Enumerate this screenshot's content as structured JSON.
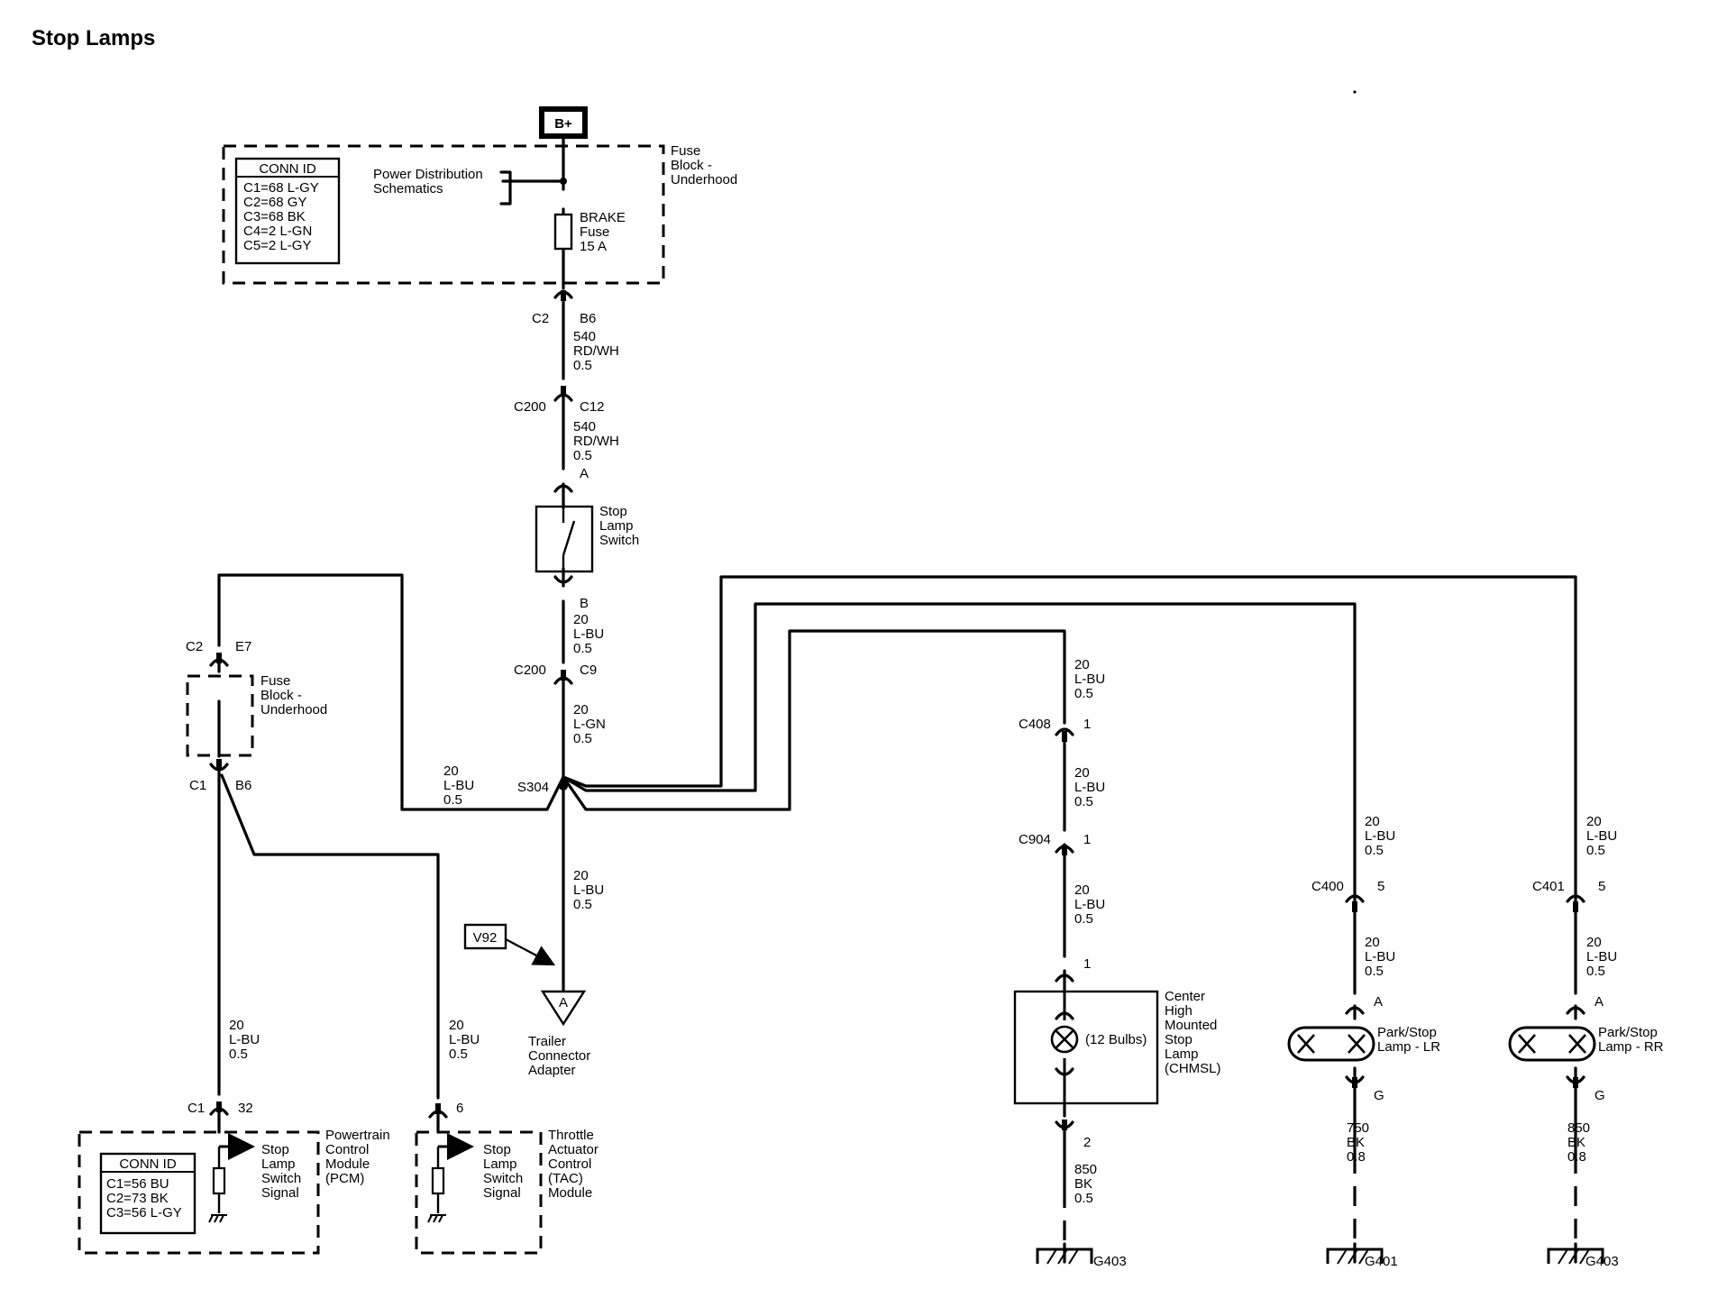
{
  "title": "Stop Lamps",
  "source": {
    "label": "B+"
  },
  "fuse_block_top": {
    "name_lines": [
      "Fuse",
      "Block -",
      "Underhood"
    ],
    "conn_id_header": "CONN ID",
    "conn_id_rows": [
      "C1=68 L-GY",
      "C2=68 GY",
      "C3=68 BK",
      "C4=2 L-GN",
      "C5=2 L-GY"
    ],
    "power_dist_lines": [
      "Power Distribution",
      "Schematics"
    ],
    "fuse_lines": [
      "BRAKE",
      "Fuse",
      "15 A"
    ]
  },
  "connectors": {
    "c2_b6": {
      "name": "C2",
      "pin": "B6"
    },
    "c200_c12": {
      "name": "C200",
      "pin": "C12"
    },
    "switch_in": {
      "pin": "A"
    },
    "switch_out": {
      "pin": "B"
    },
    "c200_c9": {
      "name": "C200",
      "pin": "C9"
    },
    "c2_e7": {
      "name": "C2",
      "pin": "E7"
    },
    "c1_b6": {
      "name": "C1",
      "pin": "B6"
    },
    "pcm_c1_32": {
      "name": "C1",
      "pin": "32"
    },
    "tac_6": {
      "pin": "6"
    },
    "c408": {
      "name": "C408",
      "pin": "1"
    },
    "c904": {
      "name": "C904",
      "pin": "1"
    },
    "chmsl_in": {
      "pin": "1"
    },
    "chmsl_out": {
      "pin": "2"
    },
    "c400": {
      "name": "C400",
      "pin": "5"
    },
    "lr_in": {
      "pin": "A"
    },
    "lr_out": {
      "pin": "G"
    },
    "c401": {
      "name": "C401",
      "pin": "5"
    },
    "rr_in": {
      "pin": "A"
    },
    "rr_out": {
      "pin": "G"
    }
  },
  "wires": {
    "w_540_a": [
      "540",
      "RD/WH",
      "0.5"
    ],
    "w_540_b": [
      "540",
      "RD/WH",
      "0.5"
    ],
    "w_20_lbu_sw": [
      "20",
      "L-BU",
      "0.5"
    ],
    "w_20_lgn": [
      "20",
      "L-GN",
      "0.5"
    ],
    "w_20_lbu_left": [
      "20",
      "L-BU",
      "0.5"
    ],
    "w_20_lbu_trailer": [
      "20",
      "L-BU",
      "0.5"
    ],
    "w_20_lbu_pcm": [
      "20",
      "L-BU",
      "0.5"
    ],
    "w_20_lbu_tac": [
      "20",
      "L-BU",
      "0.5"
    ],
    "w_20_lbu_chmsl_1": [
      "20",
      "L-BU",
      "0.5"
    ],
    "w_20_lbu_chmsl_2": [
      "20",
      "L-BU",
      "0.5"
    ],
    "w_20_lbu_chmsl_3": [
      "20",
      "L-BU",
      "0.5"
    ],
    "w_850_chmsl": [
      "850",
      "BK",
      "0.5"
    ],
    "w_20_lbu_lr_1": [
      "20",
      "L-BU",
      "0.5"
    ],
    "w_20_lbu_lr_2": [
      "20",
      "L-BU",
      "0.5"
    ],
    "w_750_lr": [
      "750",
      "BK",
      "0.8"
    ],
    "w_20_lbu_rr_1": [
      "20",
      "L-BU",
      "0.5"
    ],
    "w_20_lbu_rr_2": [
      "20",
      "L-BU",
      "0.5"
    ],
    "w_850_rr": [
      "850",
      "BK",
      "0.8"
    ]
  },
  "stop_lamp_switch": {
    "lines": [
      "Stop",
      "Lamp",
      "Switch"
    ]
  },
  "splice": {
    "label": "S304"
  },
  "fuse_block_left": {
    "lines": [
      "Fuse",
      "Block -",
      "Underhood"
    ]
  },
  "trailer": {
    "ref_label": "V92",
    "pin": "A",
    "lines": [
      "Trailer",
      "Connector",
      "Adapter"
    ]
  },
  "pcm": {
    "name_lines": [
      "Powertrain",
      "Control",
      "Module",
      "(PCM)"
    ],
    "signal_lines": [
      "Stop",
      "Lamp",
      "Switch",
      "Signal"
    ],
    "conn_id_header": "CONN ID",
    "conn_id_rows": [
      "C1=56 BU",
      "C2=73 BK",
      "C3=56 L-GY"
    ]
  },
  "tac": {
    "name_lines": [
      "Throttle",
      "Actuator",
      "Control",
      "(TAC)",
      "Module"
    ],
    "signal_lines": [
      "Stop",
      "Lamp",
      "Switch",
      "Signal"
    ]
  },
  "chmsl": {
    "name_lines": [
      "Center",
      "High",
      "Mounted",
      "Stop",
      "Lamp",
      "(CHMSL)"
    ],
    "bulbs": "(12 Bulbs)"
  },
  "lamp_lr": {
    "lines": [
      "Park/Stop",
      "Lamp - LR"
    ]
  },
  "lamp_rr": {
    "lines": [
      "Park/Stop",
      "Lamp - RR"
    ]
  },
  "grounds": {
    "g403_chmsl": "G403",
    "g401": "G401",
    "g403_rr": "G403"
  }
}
